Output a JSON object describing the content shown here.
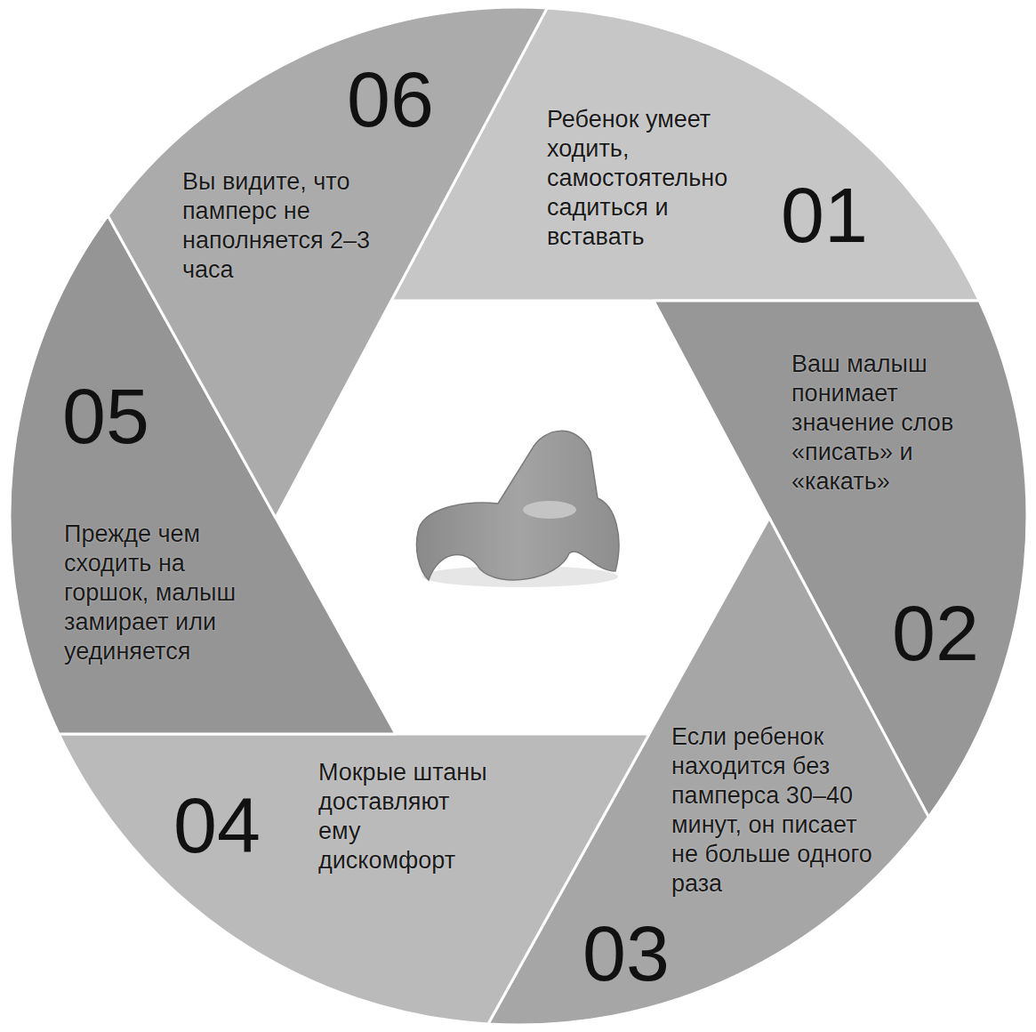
{
  "diagram": {
    "nodes": [
      {
        "text": [
          "01",
          "Ребенок умеет ходить, самостоятельно садиться и вставать"
        ]
      },
      {
        "text": [
          "02",
          "Ваш малыш понимает значение слов «писать» и «какать»"
        ]
      },
      {
        "text": [
          "03",
          "Если ребенок находится без памперса 30–40 минут, он писает не больше одного раза"
        ]
      },
      {
        "text": [
          "04",
          "Мокрые штаны доставляют ему дискомфорт"
        ]
      },
      {
        "text": [
          "05",
          "Прежде чем сходить на горшок, малыш замирает или уединяется"
        ]
      },
      {
        "text": [
          "06",
          "Вы видите, что памперс не наполняется 2–3 часа"
        ]
      }
    ]
  }
}
